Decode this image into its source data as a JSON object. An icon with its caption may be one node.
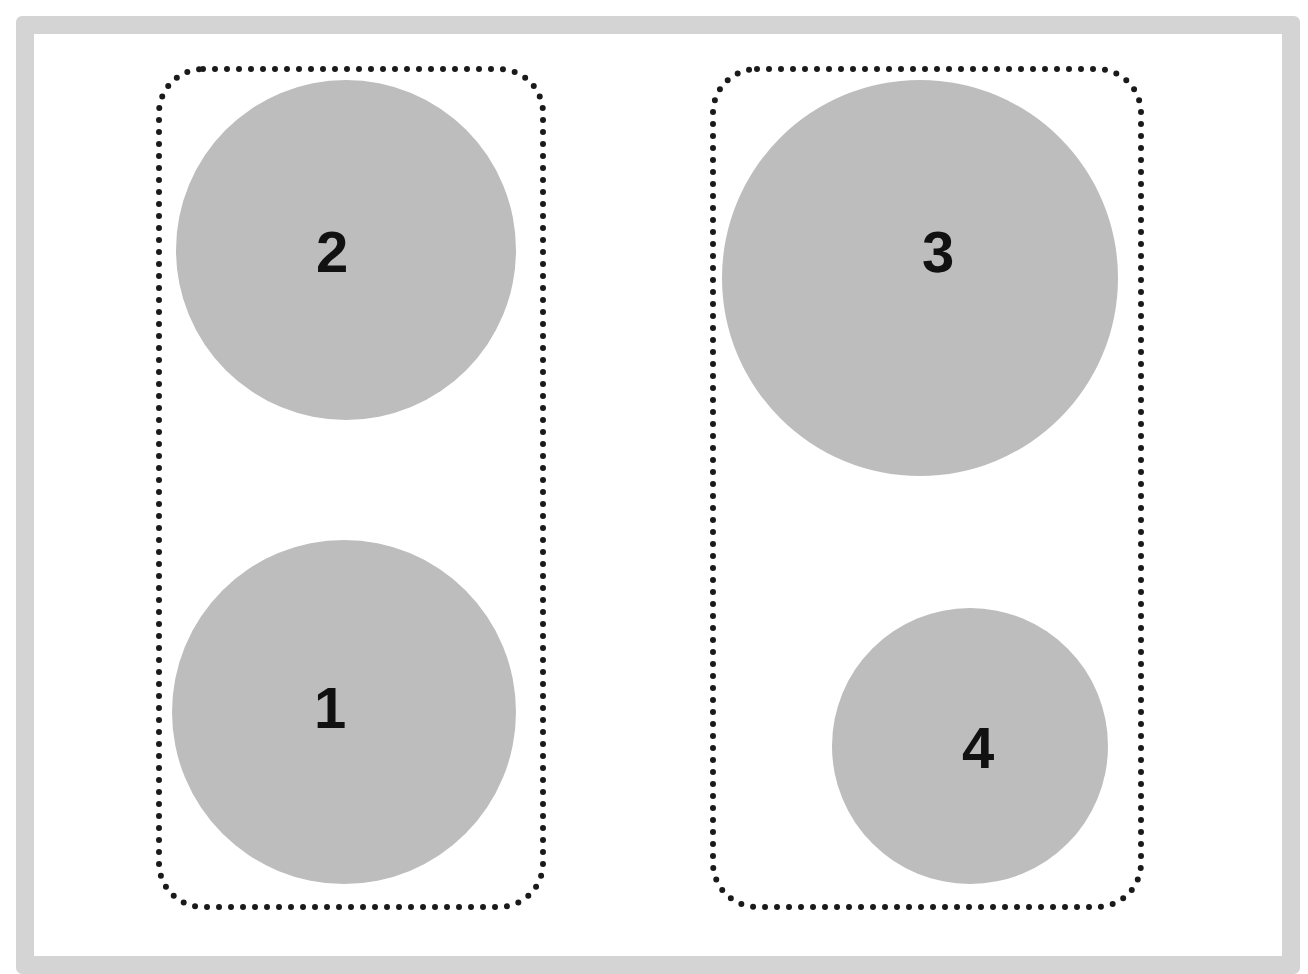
{
  "diagram": {
    "nodes": [
      {
        "text": [],
        "shape": "box"
      },
      {
        "text": [],
        "shape": "box",
        "in": 0
      },
      {
        "text": [
          "2"
        ],
        "in": 1
      },
      {
        "text": [
          "1"
        ],
        "in": 1
      },
      {
        "text": [],
        "shape": "box",
        "in": 0
      },
      {
        "text": [
          "3"
        ],
        "in": 4
      },
      {
        "text": [
          "4"
        ],
        "in": 4
      }
    ],
    "edges": []
  }
}
